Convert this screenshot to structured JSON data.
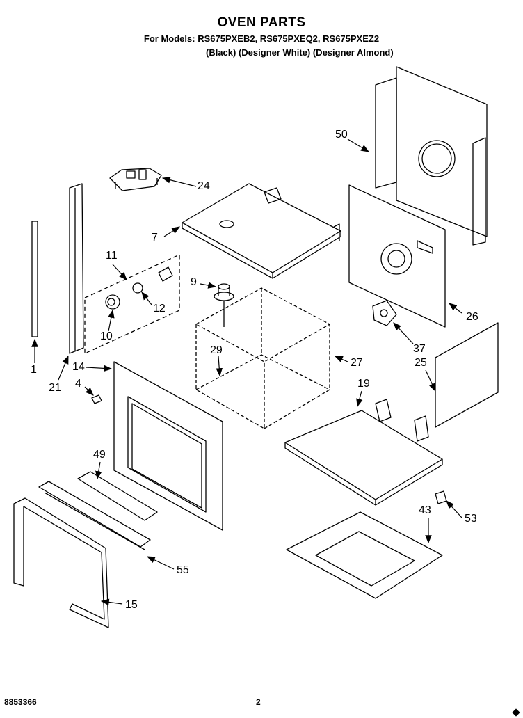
{
  "header": {
    "title": "OVEN PARTS",
    "models_line": "For Models: RS675PXEB2, RS675PXEQ2, RS675PXEZ2",
    "variants_line": "(Black) (Designer White) (Designer Almond)"
  },
  "footer": {
    "doc_number": "8853366",
    "page_number": "2"
  },
  "callouts": [
    "50",
    "24",
    "7",
    "11",
    "9",
    "12",
    "10",
    "1",
    "21",
    "14",
    "4",
    "29",
    "27",
    "26",
    "37",
    "25",
    "19",
    "49",
    "43",
    "53",
    "55",
    "15"
  ]
}
